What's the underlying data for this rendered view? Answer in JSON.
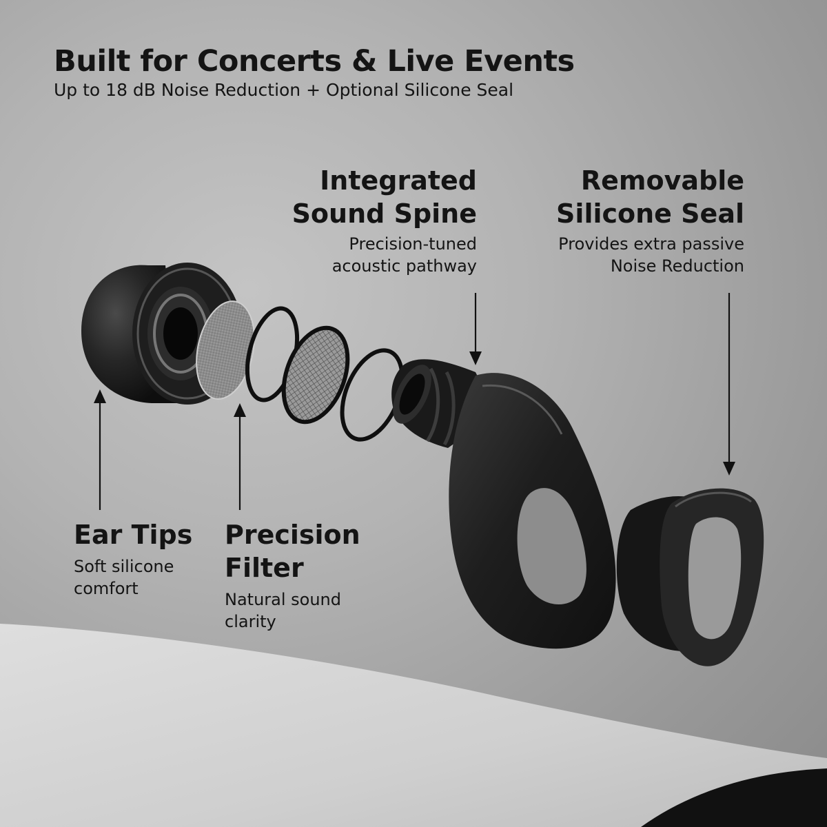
{
  "header": {
    "title": "Built for Concerts & Live Events",
    "subtitle": "Up to 18 dB Noise Reduction + Optional Silicone Seal"
  },
  "callouts": {
    "sound_spine": {
      "heading_line1": "Integrated",
      "heading_line2": "Sound Spine",
      "desc_line1": "Precision-tuned",
      "desc_line2": "acoustic pathway"
    },
    "silicone_seal": {
      "heading_line1": "Removable",
      "heading_line2": "Silicone Seal",
      "desc_line1": "Provides extra passive",
      "desc_line2": "Noise Reduction"
    },
    "ear_tips": {
      "heading": "Ear Tips",
      "desc_line1": "Soft silicone",
      "desc_line2": "comfort"
    },
    "precision_filter": {
      "heading_line1": "Precision",
      "heading_line2": "Filter",
      "desc_line1": "Natural sound",
      "desc_line2": "clarity"
    }
  },
  "colors": {
    "text": "#141414",
    "product": "#1b1b1b",
    "background": "#b3b3b3",
    "floor": "#d8d8d8"
  }
}
